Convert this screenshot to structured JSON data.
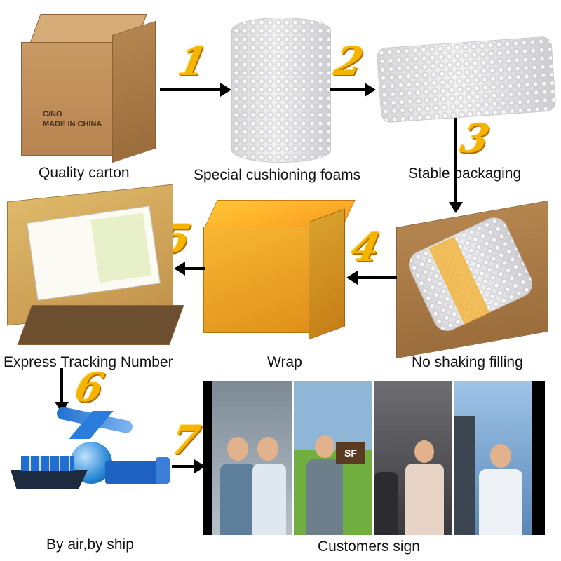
{
  "steps": {
    "step1": {
      "number": "1",
      "caption": "Quality carton"
    },
    "step2": {
      "number": "2",
      "caption": "Special cushioning foams"
    },
    "step3": {
      "number": "3",
      "caption": "Stable packaging"
    },
    "step4": {
      "number": "4",
      "caption": "No shaking filling"
    },
    "step5": {
      "number": "5",
      "caption": "Wrap"
    },
    "step6": {
      "number": "6",
      "caption": "Express Tracking Number"
    },
    "step7": {
      "number": "7",
      "caption": "By air,by ship"
    },
    "final": {
      "caption": "Customers sign"
    }
  },
  "carton_print": {
    "line1": "C/NO",
    "line2": "MADE IN CHINA"
  },
  "courier_logo": "SF",
  "colors": {
    "number_gold": "#f4b400",
    "carton": "#c99a64",
    "tape": "#f2b134",
    "photo_frame": "#000000"
  },
  "icons": [
    "carton-icon",
    "foam-roll-icon",
    "bubble-wrap-icon",
    "airplane-icon",
    "globe-icon",
    "cargo-ship-icon",
    "truck-icon"
  ]
}
